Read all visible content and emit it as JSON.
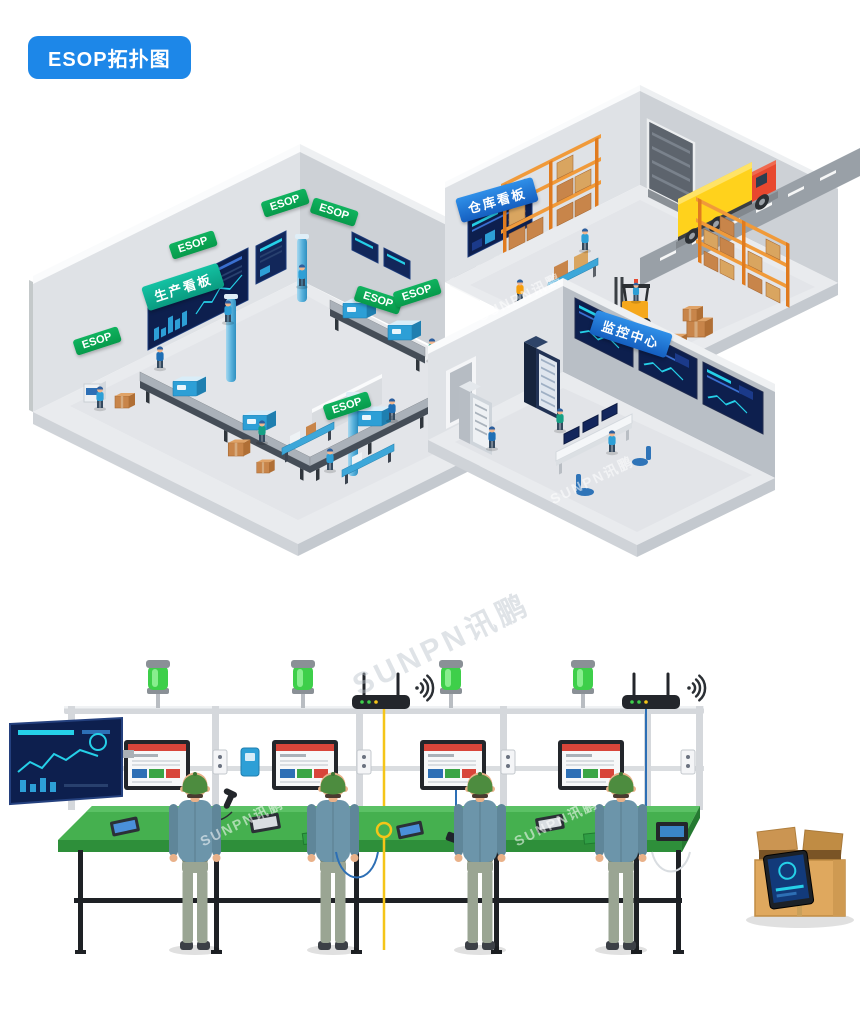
{
  "page": {
    "badge_title": "ESOP拓扑图"
  },
  "signs": {
    "production_board": "生产看板",
    "warehouse_board": "仓库看板",
    "monitoring_center": "监控中心",
    "esop": "ESOP"
  },
  "watermark": {
    "text": "SUNPN讯鹏"
  },
  "colors": {
    "badge_blue": "#1d87e8",
    "esop_sign_green": "#0aa655",
    "board_teal": "#0eb89c",
    "board_blue": "#1a6fd0",
    "andon_green": "#3ecf4a",
    "bench_green": "#45b04f",
    "truck_yellow": "#ffd21c",
    "truck_cab_red": "#e8482f",
    "rack_orange": "#e8862e",
    "screen_navy": "#0d1f4e"
  }
}
